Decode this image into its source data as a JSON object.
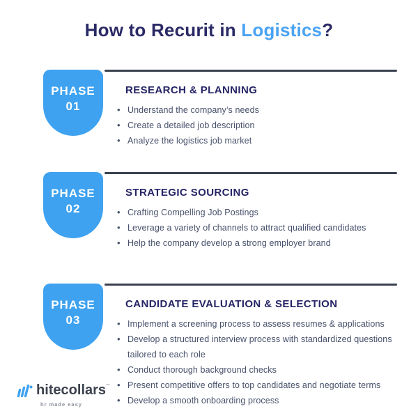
{
  "title": {
    "prefix": "How to Recurit in ",
    "highlight": "Logistics",
    "suffix": "?"
  },
  "colors": {
    "accent_blue": "#3ea2f0",
    "title_navy": "#2b2a66",
    "heading_navy": "#262566",
    "body_text": "#47516b",
    "divider": "#39404f",
    "logo_gray": "#3d434d"
  },
  "phases": [
    {
      "label": "PHASE",
      "number": "01",
      "heading": "RESEARCH & PLANNING",
      "bullets": [
        "Understand the company’s needs",
        "Create a detailed job description",
        "Analyze the logistics job market"
      ]
    },
    {
      "label": "PHASE",
      "number": "02",
      "heading": "STRATEGIC SOURCING",
      "bullets": [
        "Crafting Compelling Job Postings",
        "Leverage a variety of channels to attract qualified candidates",
        "Help the company develop a strong employer brand"
      ]
    },
    {
      "label": "PHASE",
      "number": "03",
      "heading": "CANDIDATE EVALUATION & SELECTION",
      "bullets": [
        "Implement a screening process to assess resumes & applications",
        "Develop a structured interview process with standardized questions tailored to each role",
        "Conduct thorough background checks",
        "Present competitive offers to top candidates and negotiate terms",
        "Develop a smooth onboarding process"
      ]
    }
  ],
  "logo": {
    "wordmark": "hitecollars",
    "trademark": "™",
    "tagline": "hr made easy"
  }
}
